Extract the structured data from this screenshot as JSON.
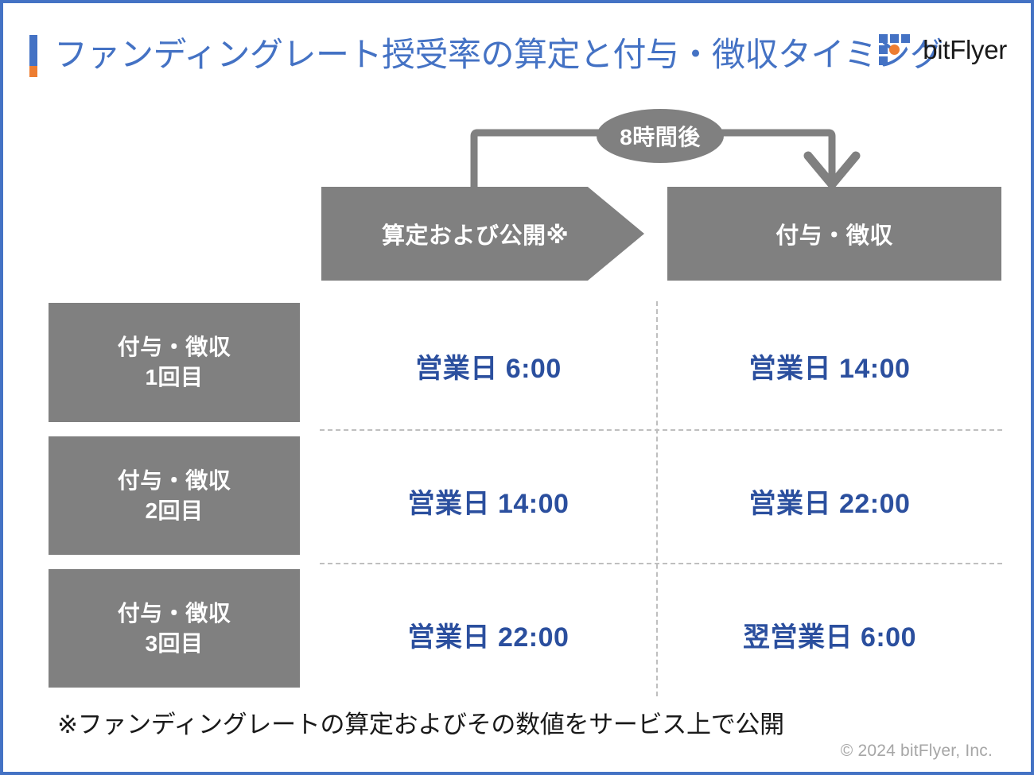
{
  "page": {
    "title": "ファンディングレート授受率の算定と付与・徴収タイミング",
    "footnote": "※ファンディングレートの算定およびその数値をサービス上で公開",
    "copyright": "© 2024 bitFlyer, Inc.",
    "accent_blue": "#4472c4",
    "accent_orange": "#ed7d31",
    "value_blue": "#2b4f9e",
    "box_gray": "#808080",
    "divider_gray": "#bfbfbf"
  },
  "logo": {
    "text": "bitFlyer",
    "mark_icon": "bitflyer-squares-icon"
  },
  "flow": {
    "badge_label": "8時間後",
    "left_box_label": "算定および公開※",
    "right_box_label": "付与・徴収"
  },
  "columns": [
    {
      "key": "calc",
      "header": "算定および公開※"
    },
    {
      "key": "pay",
      "header": "付与・徴収"
    }
  ],
  "rows": [
    {
      "label_line1": "付与・徴収",
      "label_line2": "1回目",
      "calc": "営業日 6:00",
      "pay": "営業日 14:00"
    },
    {
      "label_line1": "付与・徴収",
      "label_line2": "2回目",
      "calc": "営業日 14:00",
      "pay": "営業日 22:00"
    },
    {
      "label_line1": "付与・徴収",
      "label_line2": "3回目",
      "calc": "営業日 22:00",
      "pay": "翌営業日 6:00"
    }
  ]
}
